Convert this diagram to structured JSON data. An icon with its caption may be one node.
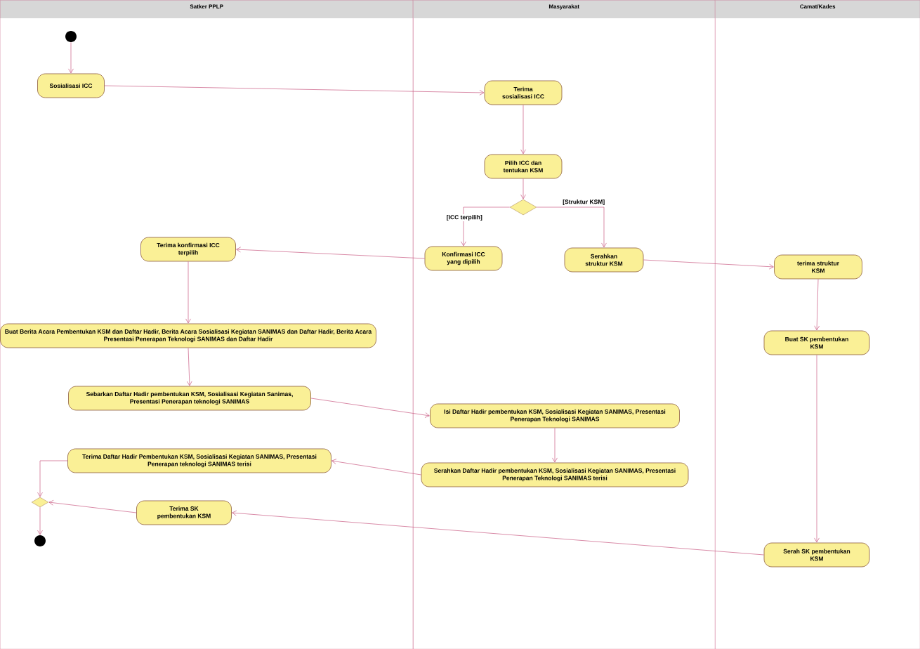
{
  "diagram": {
    "nodes": [
      {
        "text": [
          "Satker PPLP"
        ]
      },
      {
        "text": [
          "Masyarakat"
        ]
      },
      {
        "text": [
          "Camat/Kades"
        ]
      },
      {
        "text": [],
        "shape": "circle",
        "in": 0
      },
      {
        "text": [
          "Sosialisasi ICC"
        ],
        "in": 0
      },
      {
        "text": [
          "Terima sosialisasi ICC"
        ],
        "in": 1
      },
      {
        "text": [
          "Pilih ICC dan tentukan KSM"
        ],
        "in": 1
      },
      {
        "text": [],
        "shape": "diamond",
        "in": 1
      },
      {
        "text": [
          "Konfirmasi ICC yang dipilih"
        ],
        "in": 1
      },
      {
        "text": [
          "Serahkan struktur KSM"
        ],
        "in": 1
      },
      {
        "text": [
          "Terima konfirmasi ICC terpilih"
        ],
        "in": 0
      },
      {
        "text": [
          "terima struktur KSM"
        ],
        "in": 2
      },
      {
        "text": [
          "Buat Berita Acara Pembentukan KSM dan Daftar Hadir, Berita Acara Sosialisasi Kegiatan SANIMAS dan Daftar Hadir, Berita Acara Presentasi Penerapan Teknologi SANIMAS dan Daftar Hadir"
        ],
        "in": 0
      },
      {
        "text": [
          "Buat SK pembentukan KSM"
        ],
        "in": 2
      },
      {
        "text": [
          "Sebarkan Daftar Hadir pembentukan KSM, Sosialisasi Kegiatan Sanimas, Presentasi Penerapan teknologi SANIMAS"
        ],
        "in": 0
      },
      {
        "text": [
          "Isi Daftar Hadir pembentukan KSM, Sosialisasi Kegiatan SANIMAS, Presentasi Penerapan Teknologi SANIMAS"
        ],
        "in": 1
      },
      {
        "text": [
          "Serahkan Daftar Hadir pembentukan KSM, Sosialisasi Kegiatan SANIMAS, Presentasi Penerapan Teknologi SANIMAS terisi"
        ],
        "in": 1
      },
      {
        "text": [
          "Terima Daftar Hadir Pembentukan KSM, Sosialisasi Kegiatan SANIMAS, Presentasi Penerapan teknologi SANIMAS terisi"
        ],
        "in": 0
      },
      {
        "text": [],
        "shape": "diamond",
        "in": 0
      },
      {
        "text": [
          "Terima SK pembentukan KSM"
        ],
        "in": 0
      },
      {
        "text": [
          "Serah SK pembentukan KSM"
        ],
        "in": 2
      },
      {
        "text": [],
        "shape": "circle",
        "in": 0
      }
    ],
    "edges": [
      {
        "from": 3,
        "to": 4,
        "arrow": "to"
      },
      {
        "from": 4,
        "to": 5,
        "arrow": "to"
      },
      {
        "from": 5,
        "to": 6,
        "arrow": "to"
      },
      {
        "from": 6,
        "to": 7,
        "arrow": "to"
      },
      {
        "from": 7,
        "to": 8,
        "arrow": "to",
        "label": "[ICC terpilih]"
      },
      {
        "from": 7,
        "to": 9,
        "arrow": "to",
        "label": "[Struktur KSM]"
      },
      {
        "from": 8,
        "to": 10,
        "arrow": "to"
      },
      {
        "from": 9,
        "to": 11,
        "arrow": "to"
      },
      {
        "from": 10,
        "to": 12,
        "arrow": "to"
      },
      {
        "from": 11,
        "to": 13,
        "arrow": "to"
      },
      {
        "from": 12,
        "to": 14,
        "arrow": "to"
      },
      {
        "from": 14,
        "to": 15,
        "arrow": "to"
      },
      {
        "from": 15,
        "to": 16,
        "arrow": "to"
      },
      {
        "from": 16,
        "to": 17,
        "arrow": "to"
      },
      {
        "from": 13,
        "to": 20,
        "arrow": "to"
      },
      {
        "from": 17,
        "to": 18,
        "arrow": "to"
      },
      {
        "from": 20,
        "to": 19,
        "arrow": "to"
      },
      {
        "from": 19,
        "to": 18,
        "arrow": "to"
      },
      {
        "from": 18,
        "to": 21,
        "arrow": "to"
      }
    ]
  }
}
